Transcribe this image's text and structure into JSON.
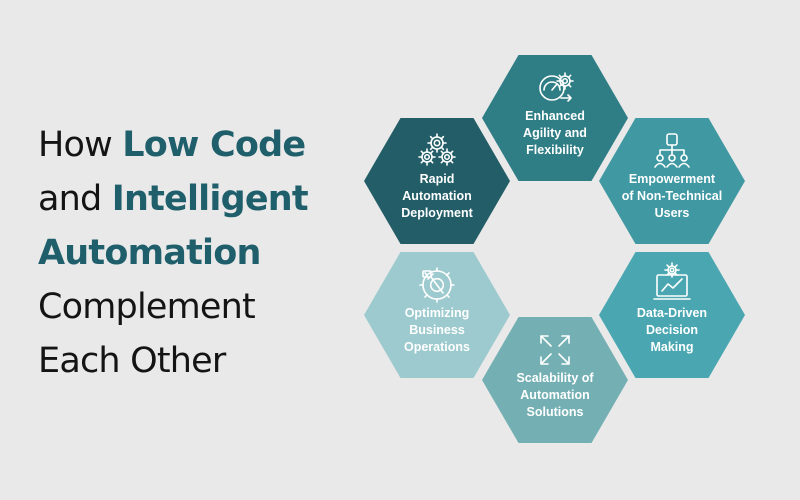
{
  "title": {
    "line1_plain": "How ",
    "line1_highlight": "Low Code",
    "line2_plain": "and ",
    "line2_highlight": "Intelligent",
    "line3_highlight": "Automation",
    "line4_plain": "Complement",
    "line5_plain": "Each Other"
  },
  "colors": {
    "background": "#e9e9e9",
    "highlight_text": "#1f5f6b",
    "title_text": "#141414"
  },
  "hexagons": [
    {
      "name": "enhanced-agility",
      "icon": "gauge-gears-icon",
      "color": "#2f7e86",
      "lines": [
        "Enhanced",
        "Agility and",
        "Flexibility"
      ]
    },
    {
      "name": "empowerment",
      "icon": "users-hierarchy-icon",
      "color": "#3f98a2",
      "lines": [
        "Empowerment",
        "of Non-Technical",
        "Users"
      ]
    },
    {
      "name": "data-driven",
      "icon": "monitor-chart-icon",
      "color": "#4aa7b2",
      "lines": [
        "Data-Driven",
        "Decision",
        "Making"
      ]
    },
    {
      "name": "scalability",
      "icon": "expand-arrows-icon",
      "color": "#74b0b3",
      "lines": [
        "Scalability of",
        "Automation",
        "Solutions"
      ]
    },
    {
      "name": "optimizing",
      "icon": "gear-wrench-icon",
      "color": "#9dcace",
      "lines": [
        "Optimizing",
        "Business",
        "Operations"
      ]
    },
    {
      "name": "rapid-deployment",
      "icon": "gears-icon",
      "color": "#235e68",
      "lines": [
        "Rapid",
        "Automation",
        "Deployment"
      ]
    }
  ]
}
